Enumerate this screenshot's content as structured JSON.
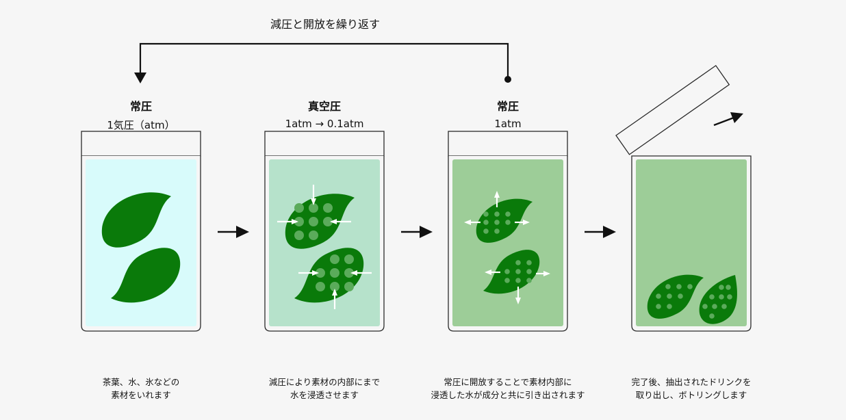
{
  "loop_label": "減圧と開放を繰り返す",
  "stages": [
    {
      "title": "常圧",
      "subtitle": "1気圧（atm）",
      "caption_line1": "茶葉、水、氷などの",
      "caption_line2": "素材をいれます",
      "liquid_color": "#d8fbfb"
    },
    {
      "title": "真空圧",
      "subtitle": "1atm → 0.1atm",
      "caption_line1": "減圧により素材の内部にまで",
      "caption_line2": "水を浸透させます",
      "liquid_color": "#b6e2cb"
    },
    {
      "title": "常圧",
      "subtitle": "1atm",
      "caption_line1": "常圧に開放することで素材内部に",
      "caption_line2": "浸透した水が成分と共に引き出されます",
      "liquid_color": "#9dcd98"
    },
    {
      "title": "",
      "subtitle": "",
      "caption_line1": "完了後、抽出されたドリンクを",
      "caption_line2": "取り出し、ボトリングします",
      "liquid_color": "#9dcd98"
    }
  ],
  "colors": {
    "leaf": "#0a7a0a",
    "spot": "#5bab5b",
    "jar_outline": "#2a2a2a",
    "arrow": "#111111"
  }
}
